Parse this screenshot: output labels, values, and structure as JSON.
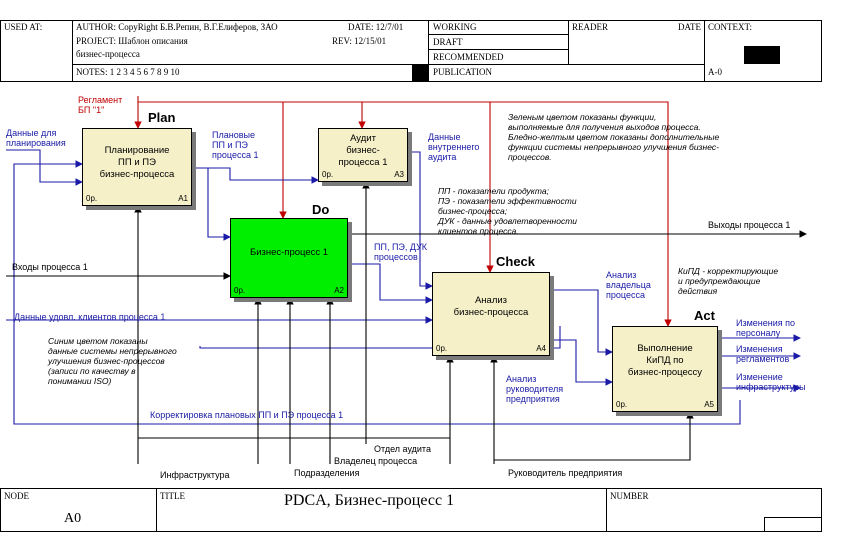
{
  "header": {
    "used_at": "USED AT:",
    "author": "AUTHOR:  CopyRight Б.В.Репин, В.Г.Елиферов, ЗАО",
    "date": "DATE: 12/7/01",
    "project": "PROJECT:  Шаблон описания",
    "project2": "бизнес-процесса",
    "rev": "REV:   12/15/01",
    "notes": "NOTES:  1  2  3  4  5  6  7  8  9  10",
    "working": "WORKING",
    "draft": "DRAFT",
    "recommended": "RECOMMENDED",
    "publication": "PUBLICATION",
    "reader": "READER",
    "date2": "DATE",
    "context": "CONTEXT:",
    "a0ref": "A-0"
  },
  "footer": {
    "node_label": "NODE",
    "node_value": "A0",
    "title_label": "TITLE",
    "title_value": "PDCA, Бизнес-процесс 1",
    "number_label": "NUMBER"
  },
  "pdca": {
    "plan": "Plan",
    "do": "Do",
    "check": "Check",
    "act": "Act"
  },
  "boxes": {
    "a1": {
      "text": "Планирование\nПП и ПЭ\nбизнес-процесса",
      "op": "0р.",
      "id": "A1"
    },
    "a2": {
      "text": "Бизнес-процесс 1",
      "op": "0р.",
      "id": "A2"
    },
    "a3": {
      "text": "Аудит\nбизнес-\nпроцесса 1",
      "op": "0р.",
      "id": "A3"
    },
    "a4": {
      "text": "Анализ\nбизнес-процесса",
      "op": "0р.",
      "id": "A4"
    },
    "a5": {
      "text": "Выполнение\nКиПД по\nбизнес-процессу",
      "op": "0р.",
      "id": "A5"
    }
  },
  "labels": {
    "reglament": "Регламент\nБП \"1\"",
    "planning_data": "Данные для\nпланирования",
    "planned_pp": "Плановые\nПП и ПЭ\nпроцесса 1",
    "internal_audit": "Данные\nвнутреннего\nаудита",
    "green_note": "Зеленым цветом показаны функции,\nвыполняемые для получения выходов процесса.\nБледно-желтым цветом показаны дополнительные\nфункции системы непрерывного улучшения бизнес-\nпроцессов.",
    "pp_note": "ПП - показатели продукта;\nПЭ - показатели эффективности\nбизнес-процесса;\nДУК - данные удовлетворенности\nклиентов процесса.",
    "outputs": "Выходы процесса 1",
    "inputs": "Входы процесса 1",
    "pp_duk": "ПП, ПЭ, ДУК\nпроцессов",
    "owner_analysis": "Анализ\nвладельца\nпроцесса",
    "kipd_note": "КиПД - корректирующие\nи предупреждающие\nдействия",
    "customer_data": "Данные удовл. клиентов процесса 1",
    "blue_note": "Синим цветом показаны\nданные системы непрерывного\nулучшения бизнес-процессов\n(записи по качеству в\nпонимании ISO)",
    "mgmt_analysis": "Анализ\nруководителя\nпредприятия",
    "correction": "Корректировка плановых ПП и ПЭ процесса 1",
    "change_staff": "Изменения по\nперсоналу",
    "change_regs": "Изменения\nрегламентов",
    "change_infra": "Изменение\nинфраструктуры",
    "infra": "Инфраструктура",
    "audit_dept": "Отдел аудита",
    "divisions": "Подразделения",
    "owner": "Владелец процесса",
    "ceo": "Руководитель предприятия"
  },
  "colors": {
    "a2": "#00ee00",
    "pale": "#f5f0c8",
    "blue": "#1a1aa6",
    "red": "#c00000"
  }
}
